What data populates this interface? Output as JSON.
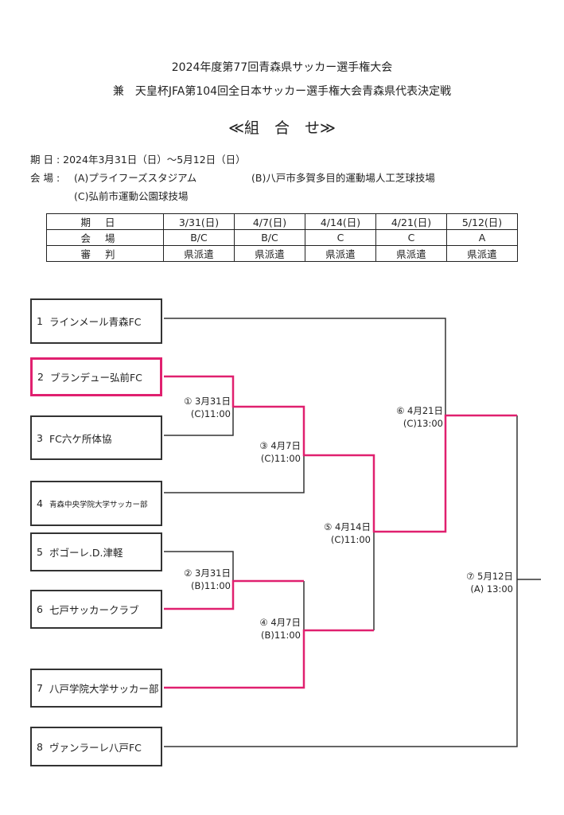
{
  "title1": "2024年度第77回青森県サッカー選手権大会",
  "title2": "兼　天皇杯JFA第104回全日本サッカー選手権大会青森県代表決定戦",
  "title3": "≪組　合　せ≫",
  "dates": "期 日 : 2024年3月31日（日）～5月12日（日）",
  "venue_label": "会 場 :",
  "venue_a": "(A)プライフーズスタジアム",
  "venue_b": "(B)八戸市多賀多目的運動場人工芝球技場",
  "venue_c": "(C)弘前市運動公園球技場",
  "table": {
    "rows": [
      {
        "head": "期日",
        "cells": [
          "3/31(日)",
          "4/7(日)",
          "4/14(日)",
          "4/21(日)",
          "5/12(日)"
        ]
      },
      {
        "head": "会場",
        "cells": [
          "B/C",
          "B/C",
          "C",
          "C",
          "A"
        ]
      },
      {
        "head": "審判",
        "cells": [
          "県派遣",
          "県派遣",
          "県派遣",
          "県派遣",
          "県派遣"
        ]
      }
    ]
  },
  "teams": [
    {
      "no": "1",
      "name": "ラインメール青森FC"
    },
    {
      "no": "2",
      "name": "ブランデュー弘前FC"
    },
    {
      "no": "3",
      "name": "FC六ケ所体協"
    },
    {
      "no": "4",
      "name": "青森中央学院大学サッカー部"
    },
    {
      "no": "5",
      "name": "ボゴーレ.D.津軽"
    },
    {
      "no": "6",
      "name": "七戸サッカークラブ"
    },
    {
      "no": "7",
      "name": "八戸学院大学サッカー部"
    },
    {
      "no": "8",
      "name": "ヴァンラーレ八戸FC"
    }
  ],
  "matches": [
    {
      "line1": "① 3月31日",
      "line2": "(C)11:00"
    },
    {
      "line1": "② 3月31日",
      "line2": "(B)11:00"
    },
    {
      "line1": "③ 4月7日",
      "line2": "(C)11:00"
    },
    {
      "line1": "④ 4月7日",
      "line2": "(B)11:00"
    },
    {
      "line1": "⑤ 4月14日",
      "line2": "(C)11:00"
    },
    {
      "line1": "⑥ 4月21日",
      "line2": "(C)13:00"
    },
    {
      "line1": "⑦ 5月12日",
      "line2": "(A) 13:00"
    }
  ],
  "colors": {
    "winner": "#e0206f",
    "line": "#333333"
  }
}
